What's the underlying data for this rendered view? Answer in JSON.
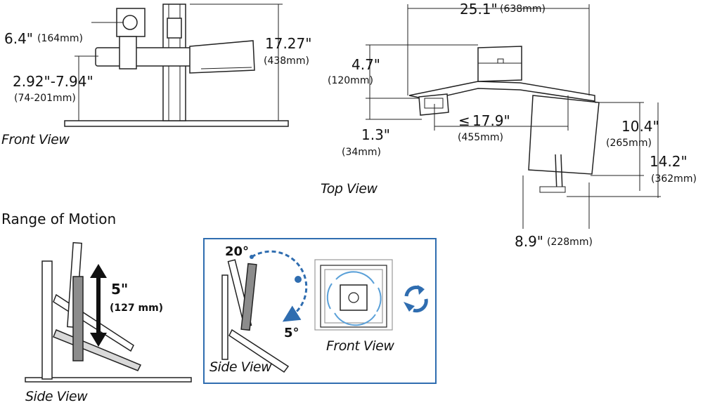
{
  "front_view": {
    "caption": "Front View",
    "height_total": "17.27\"",
    "height_total_mm": "(438mm)",
    "monitor_offset": "6.4\"",
    "monitor_offset_mm": "(164mm)",
    "tray_range": "2.92\"-7.94\"",
    "tray_range_mm": "(74-201mm)"
  },
  "top_view": {
    "caption": "Top View",
    "width_total": "25.1\"",
    "width_total_mm": "(638mm)",
    "depth_a": "4.7\"",
    "depth_a_mm": "(120mm)",
    "depth_b": "1.3\"",
    "depth_b_mm": "(34mm)",
    "reach_prefix": "≤",
    "reach": "17.9\"",
    "reach_mm": "(455mm)",
    "tray_depth": "10.4\"",
    "tray_depth_mm": "(265mm)",
    "tray_depth_total": "14.2\"",
    "tray_depth_total_mm": "(362mm)",
    "tray_width": "8.9\"",
    "tray_width_mm": "(228mm)"
  },
  "range_of_motion": {
    "heading": "Range of Motion",
    "lift": "5\"",
    "lift_mm": "(127 mm)",
    "side_caption": "Side View",
    "tilt_up": "20°",
    "tilt_down": "5°",
    "tilt_caption": "Side View",
    "rotate_caption": "Front View"
  },
  "colors": {
    "line": "#222222",
    "gray_fill": "#d9d9d9",
    "dark_gray": "#8c8c8c",
    "blue": "#2f6db0",
    "light_blue": "#5aa0d8"
  },
  "icons": [
    "rotate-icon",
    "tilt-arrow-icon",
    "lift-arrow-icon"
  ]
}
